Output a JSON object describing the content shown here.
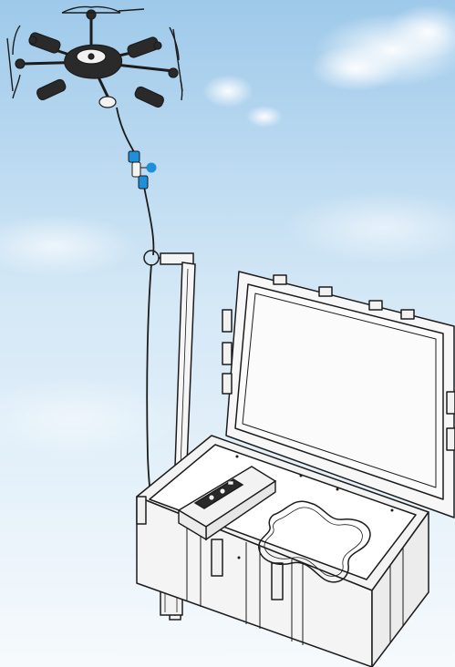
{
  "scene": {
    "sky_top": "#9ec9ea",
    "sky_mid": "#d4e8f6",
    "sky_bottom": "#f6fafd",
    "line_color": "#1c1c1c",
    "accent": "#1e8fd8",
    "device_color": "#2a2a2a",
    "cloud_color": "#ffffff"
  },
  "objects": {
    "drone": "hexacopter-drone",
    "tether": "tether-cable",
    "connector": "cable-connector",
    "pole": "support-pole",
    "case": "rugged-case",
    "controller": "control-module",
    "pad": "drone-landing-outline"
  }
}
